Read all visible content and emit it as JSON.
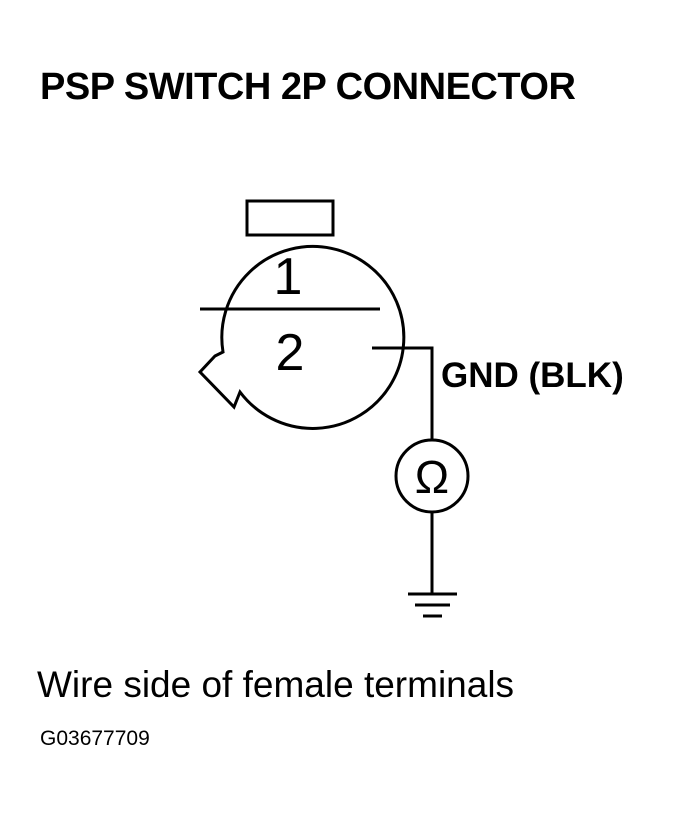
{
  "diagram": {
    "title": "PSP SWITCH 2P CONNECTOR",
    "terminals": [
      {
        "number": "1"
      },
      {
        "number": "2"
      }
    ],
    "wire_label": "GND (BLK)",
    "meter_symbol": "Ω",
    "meter_icon": "ohmmeter-icon",
    "ground_icon": "ground-icon",
    "caption": "Wire side of female terminals",
    "figure_code": "G03677709"
  }
}
